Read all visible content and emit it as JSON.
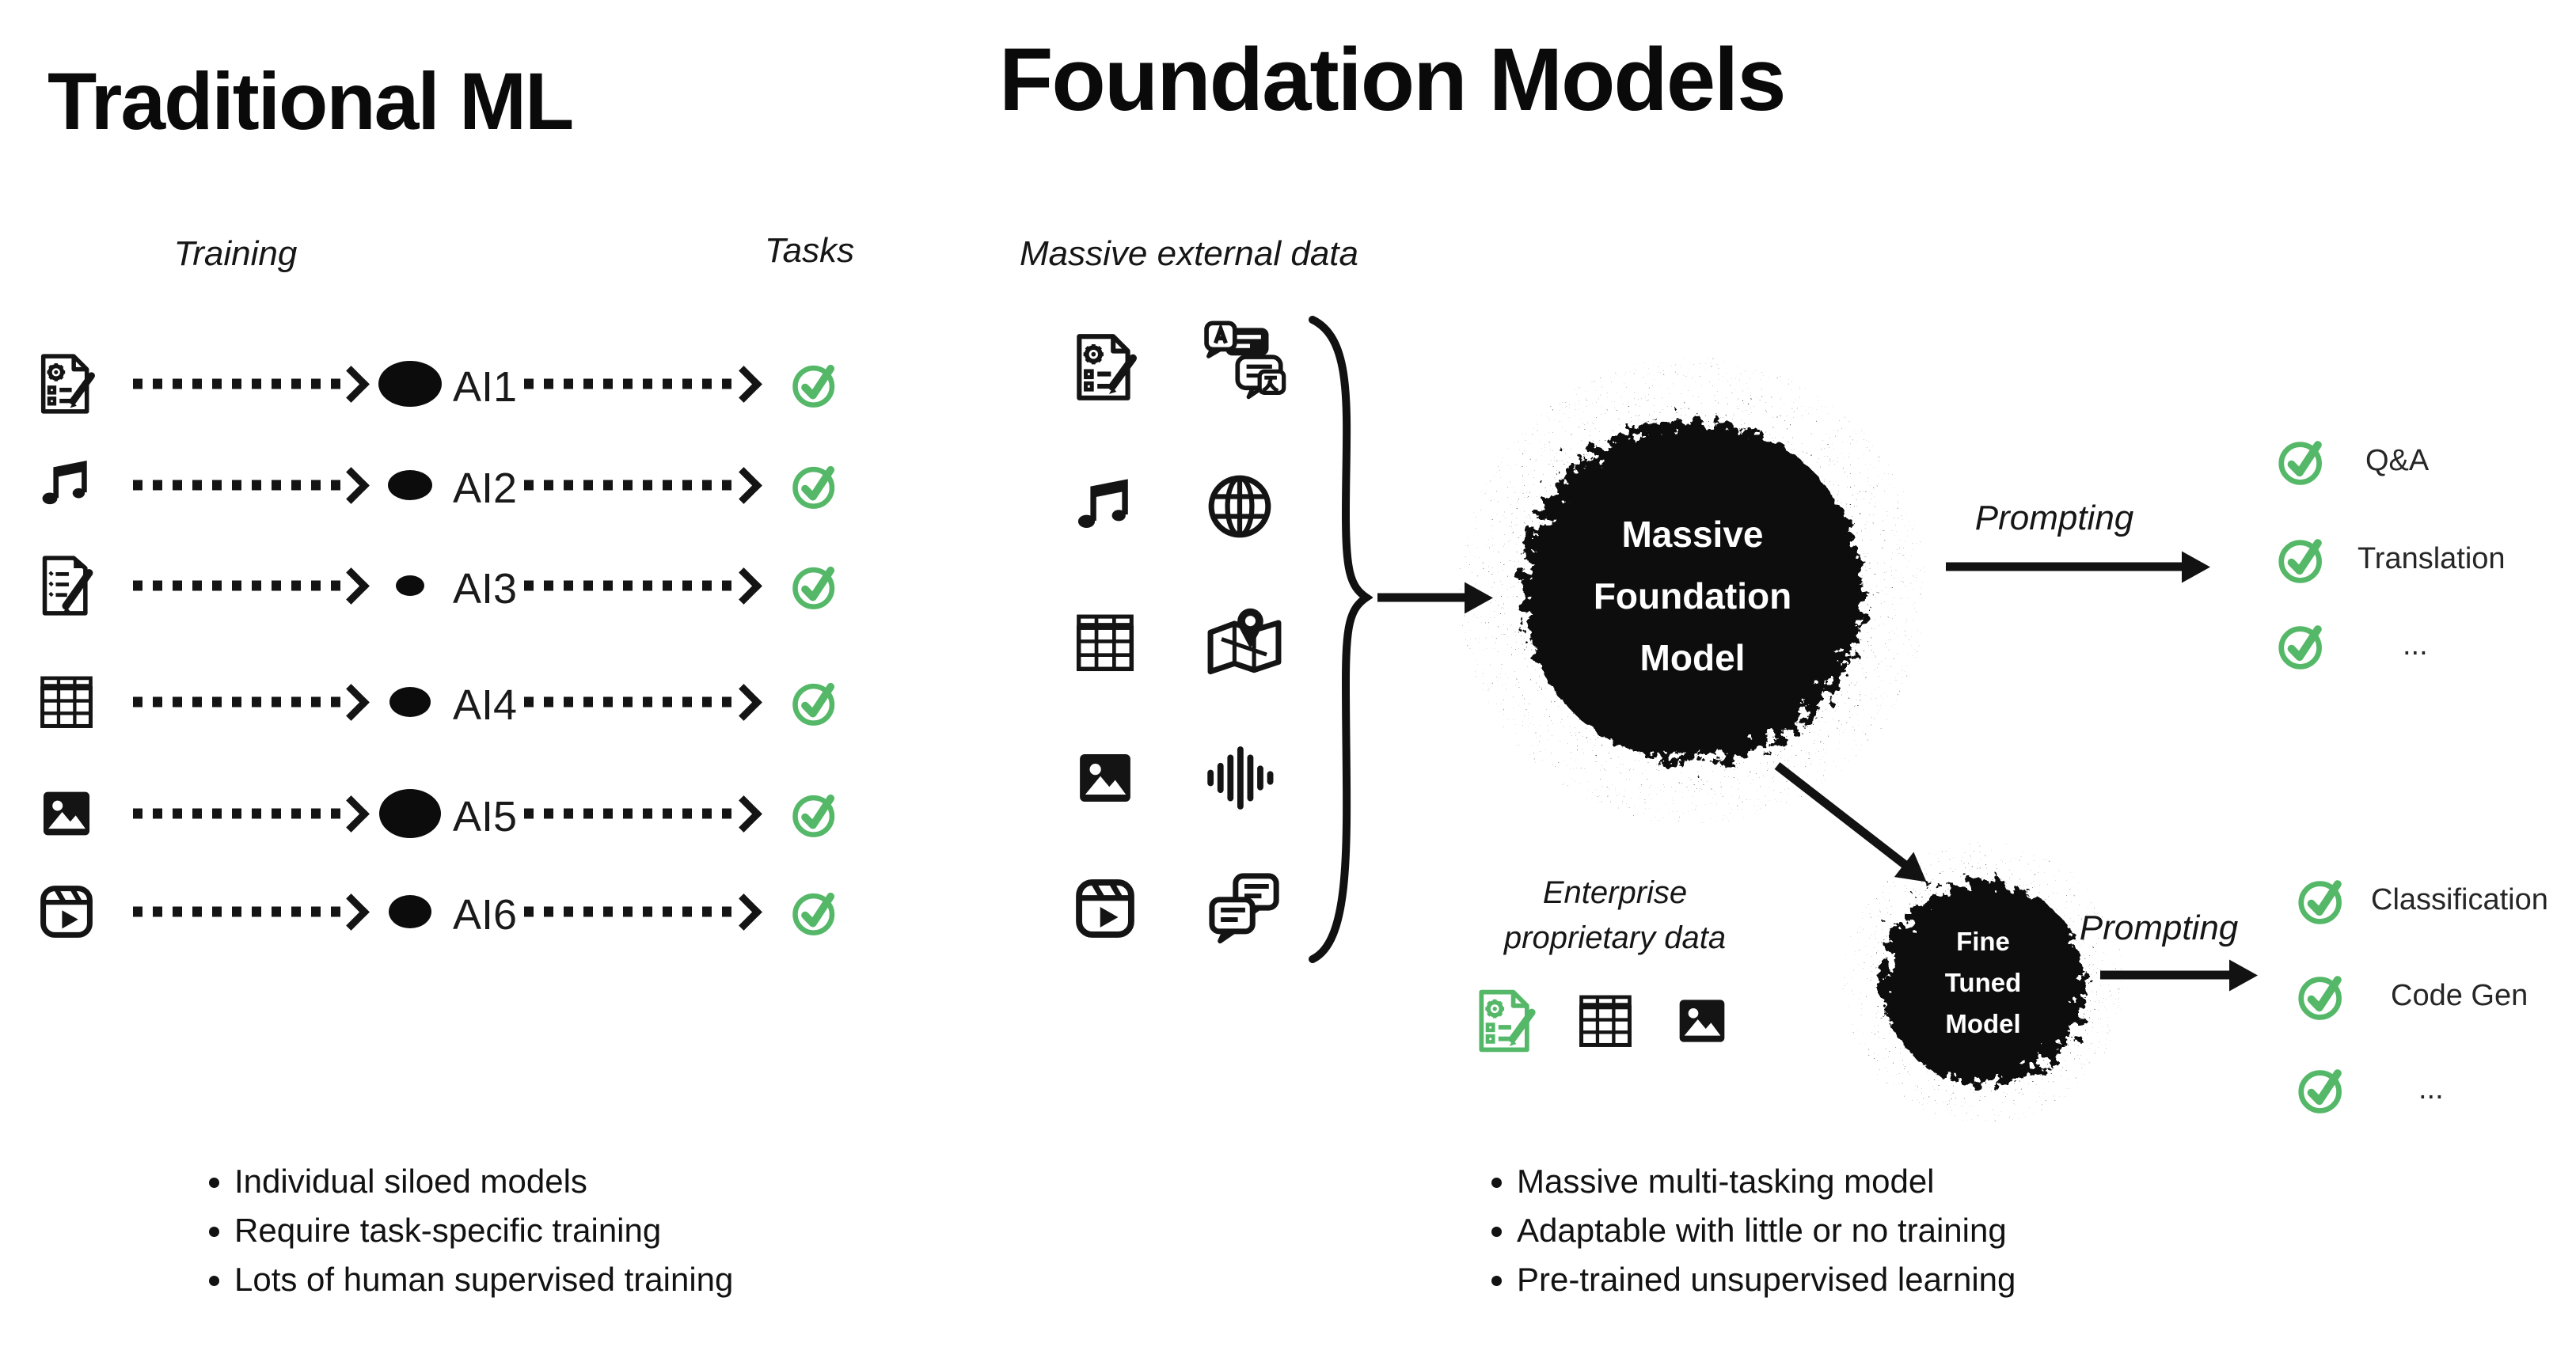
{
  "left": {
    "title": "Traditional ML",
    "training_label": "Training",
    "tasks_label": "Tasks",
    "rows": [
      {
        "icon": "document-gear-icon",
        "model": "AI1"
      },
      {
        "icon": "music-note-icon",
        "model": "AI2"
      },
      {
        "icon": "checklist-pencil-icon",
        "model": "AI3"
      },
      {
        "icon": "table-icon",
        "model": "AI4"
      },
      {
        "icon": "image-icon",
        "model": "AI5"
      },
      {
        "icon": "video-reels-icon",
        "model": "AI6"
      }
    ],
    "bullets": [
      "Individual siloed models",
      "Require task-specific training",
      "Lots of human supervised training"
    ]
  },
  "right": {
    "title": "Foundation Models",
    "external_data_label": "Massive external data",
    "data_icon_rows": [
      [
        "document-gear-icon",
        "translation-icon"
      ],
      [
        "music-note-icon",
        "globe-icon"
      ],
      [
        "table-icon",
        "map-pin-icon"
      ],
      [
        "image-icon",
        "audio-waveform-icon"
      ],
      [
        "video-reels-icon",
        "chat-bubbles-icon"
      ]
    ],
    "foundation_model": {
      "line1": "Massive",
      "line2": "Foundation",
      "line3": "Model"
    },
    "prompting_top_label": "Prompting",
    "prompt_tasks": [
      "Q&A",
      "Translation",
      "..."
    ],
    "enterprise_label": {
      "line1": "Enterprise",
      "line2": "proprietary data"
    },
    "enterprise_icons": [
      "document-gear-icon",
      "table-icon",
      "image-icon"
    ],
    "fine_tuned_model": {
      "line1": "Fine",
      "line2": "Tuned",
      "line3": "Model"
    },
    "prompting_bottom_label": "Prompting",
    "fine_tuned_tasks": [
      "Classification",
      "Code Gen",
      "..."
    ],
    "bullets": [
      "Massive multi-tasking model",
      "Adaptable with little or no training",
      "Pre-trained unsupervised learning"
    ]
  },
  "colors": {
    "ink": "#111111",
    "check_green": "#55b868",
    "enterprise_doc_green": "#55b868",
    "model_text": "#ffffff",
    "background": "#ffffff"
  }
}
